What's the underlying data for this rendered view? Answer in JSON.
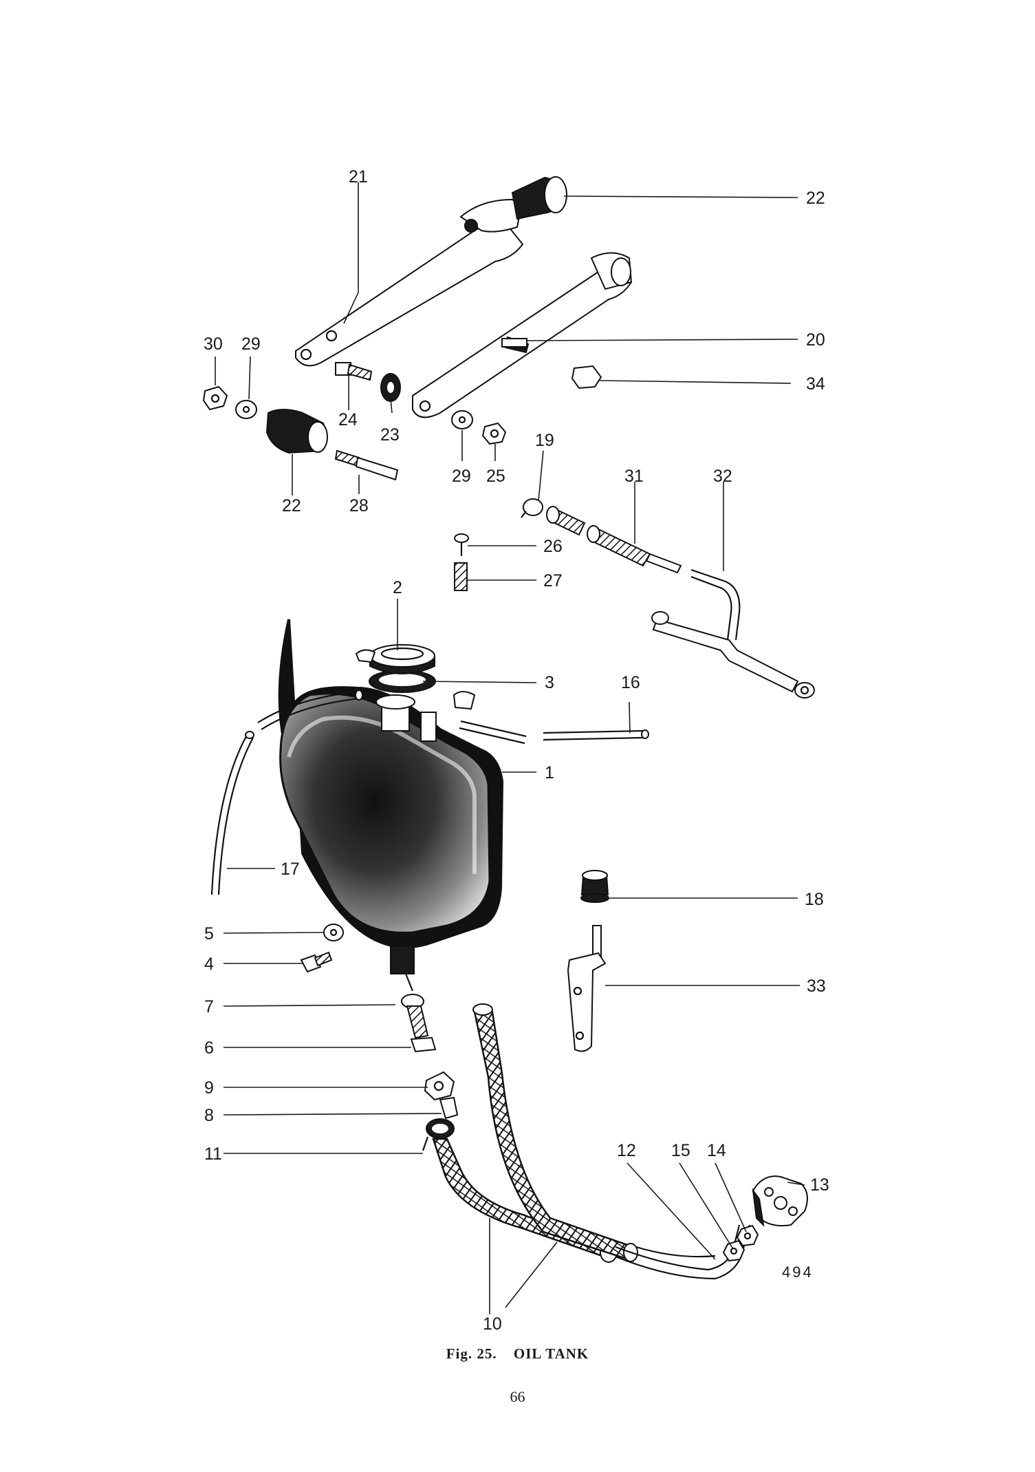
{
  "figure": {
    "number": "Fig. 25.",
    "title": "OIL TANK",
    "plate_code": "494",
    "page_number": "66"
  },
  "callouts": {
    "n1": "1",
    "n2": "2",
    "n3": "3",
    "n4": "4",
    "n5": "5",
    "n6": "6",
    "n7": "7",
    "n8": "8",
    "n9": "9",
    "n10": "10",
    "n11": "11",
    "n12": "12",
    "n13": "13",
    "n14": "14",
    "n15": "15",
    "n16": "16",
    "n17": "17",
    "n18": "18",
    "n19": "19",
    "n20": "20",
    "n21": "21",
    "n22a": "22",
    "n22b": "22",
    "n23": "23",
    "n24": "24",
    "n25": "25",
    "n26": "26",
    "n27": "27",
    "n28": "28",
    "n29a": "29",
    "n29b": "29",
    "n30": "30",
    "n31": "31",
    "n32": "32",
    "n33": "33",
    "n34": "34"
  }
}
